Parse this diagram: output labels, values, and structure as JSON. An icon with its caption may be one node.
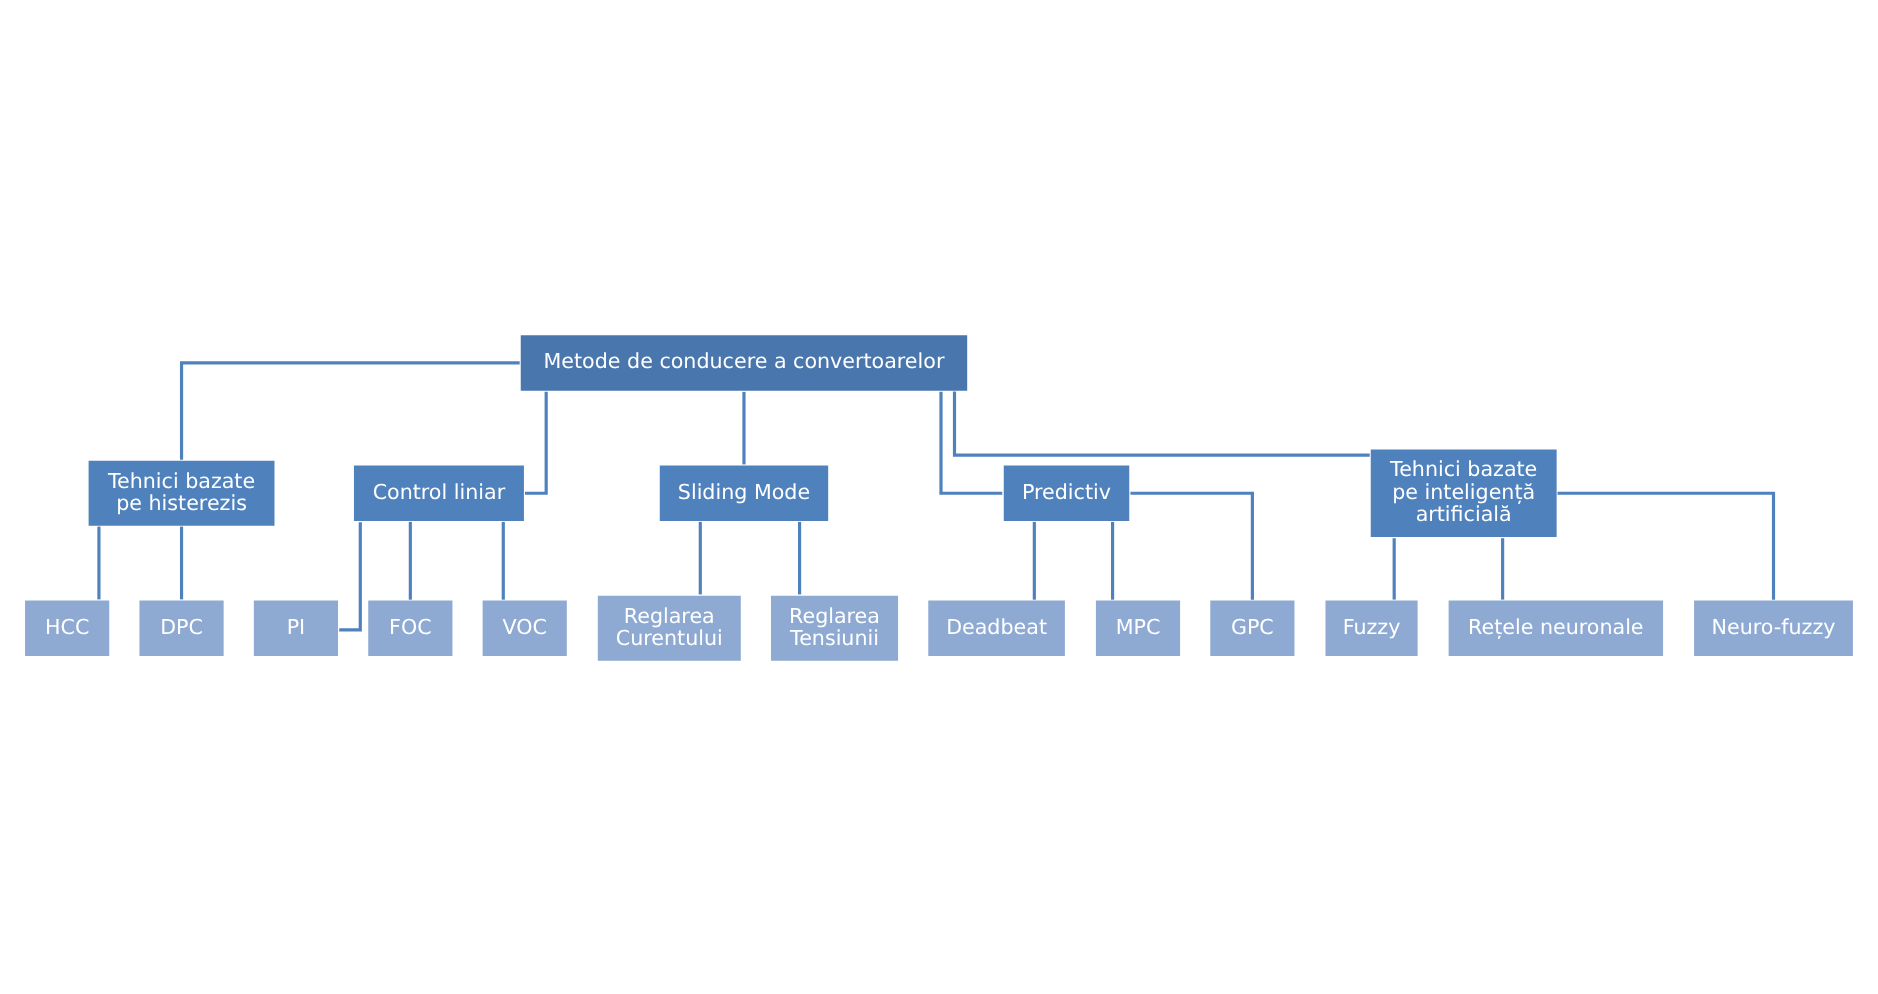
{
  "diagram": {
    "nodes": [
      {
        "text": [
          "Metode de conducere a convertoarelor"
        ]
      },
      {
        "text": [
          "Tehnici bazate pe histerezis"
        ]
      },
      {
        "text": [
          "Control liniar"
        ]
      },
      {
        "text": [
          "Sliding Mode"
        ]
      },
      {
        "text": [
          "Predictiv"
        ]
      },
      {
        "text": [
          "Tehnici bazate pe inteligență artificială"
        ]
      },
      {
        "text": [
          "HCC"
        ]
      },
      {
        "text": [
          "DPC"
        ]
      },
      {
        "text": [
          "PI"
        ]
      },
      {
        "text": [
          "FOC"
        ]
      },
      {
        "text": [
          "VOC"
        ]
      },
      {
        "text": [
          "Reglarea Curentului"
        ]
      },
      {
        "text": [
          "Reglarea Tensiunii"
        ]
      },
      {
        "text": [
          "Deadbeat"
        ]
      },
      {
        "text": [
          "MPC"
        ]
      },
      {
        "text": [
          "GPC"
        ]
      },
      {
        "text": [
          "Fuzzy"
        ]
      },
      {
        "text": [
          "Rețele neuronale"
        ]
      },
      {
        "text": [
          "Neuro-fuzzy"
        ]
      }
    ],
    "edges": [
      {
        "from": 0,
        "to": 1,
        "arrow": "none"
      },
      {
        "from": 0,
        "to": 2,
        "arrow": "none"
      },
      {
        "from": 0,
        "to": 3,
        "arrow": "none"
      },
      {
        "from": 0,
        "to": 4,
        "arrow": "none"
      },
      {
        "from": 0,
        "to": 5,
        "arrow": "none"
      },
      {
        "from": 1,
        "to": 6,
        "arrow": "none"
      },
      {
        "from": 1,
        "to": 7,
        "arrow": "none"
      },
      {
        "from": 2,
        "to": 8,
        "arrow": "none"
      },
      {
        "from": 2,
        "to": 9,
        "arrow": "none"
      },
      {
        "from": 2,
        "to": 10,
        "arrow": "none"
      },
      {
        "from": 3,
        "to": 11,
        "arrow": "none"
      },
      {
        "from": 3,
        "to": 12,
        "arrow": "none"
      },
      {
        "from": 4,
        "to": 13,
        "arrow": "none"
      },
      {
        "from": 4,
        "to": 14,
        "arrow": "none"
      },
      {
        "from": 4,
        "to": 15,
        "arrow": "none"
      },
      {
        "from": 5,
        "to": 16,
        "arrow": "none"
      },
      {
        "from": 5,
        "to": 17,
        "arrow": "none"
      },
      {
        "from": 5,
        "to": 18,
        "arrow": "none"
      }
    ]
  }
}
